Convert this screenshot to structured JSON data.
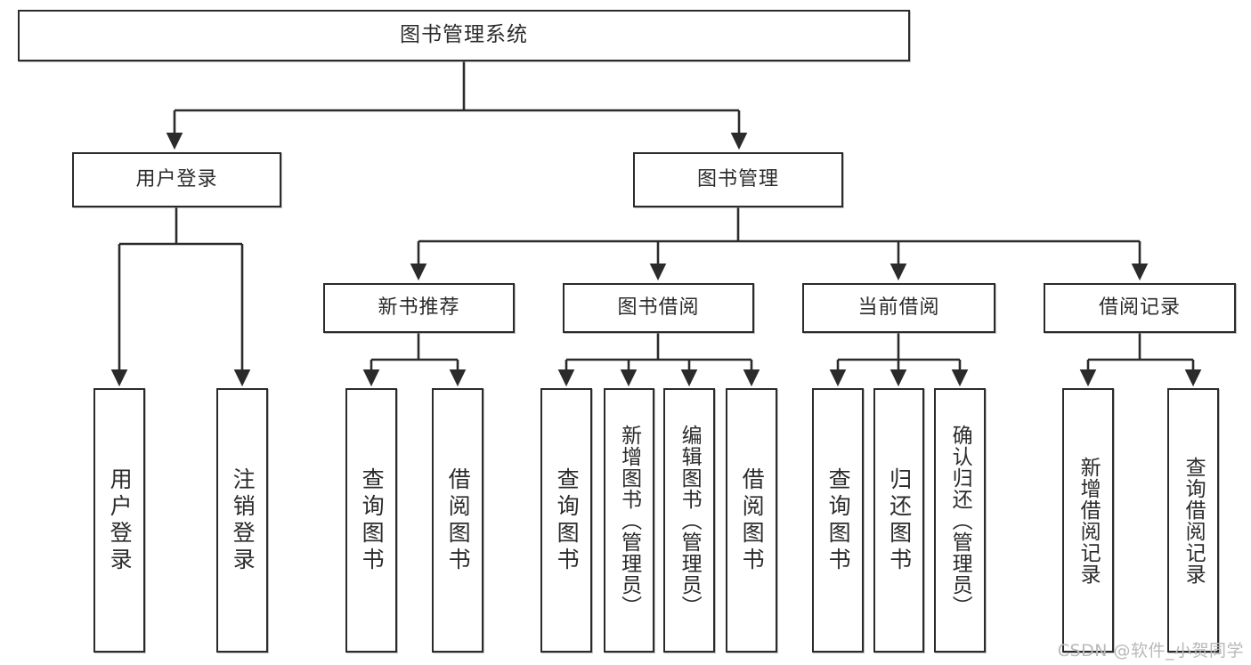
{
  "diagram": {
    "type": "tree",
    "title": "图书管理系统",
    "watermark": "CSDN @软件_小贺同学",
    "colors": {
      "stroke": "#2b2b2b",
      "fill": "#ffffff",
      "text": "#2b2b2b",
      "watermark": "#b9b9b9"
    },
    "nodes": {
      "root": {
        "label": "图书管理系统"
      },
      "level2": [
        {
          "id": "user-login",
          "label": "用户登录"
        },
        {
          "id": "book-manage",
          "label": "图书管理"
        }
      ],
      "level3": [
        {
          "id": "new-book-recommend",
          "label": "新书推荐"
        },
        {
          "id": "book-borrow",
          "label": "图书借阅"
        },
        {
          "id": "current-borrow",
          "label": "当前借阅"
        },
        {
          "id": "borrow-record",
          "label": "借阅记录"
        }
      ],
      "leaves": {
        "user_login": [
          {
            "id": "leaf-user-login",
            "label": "用户登录"
          },
          {
            "id": "leaf-logout-login",
            "label": "注销登录"
          }
        ],
        "new_book_recommend": [
          {
            "id": "leaf-query-book-1",
            "label": "查询图书"
          },
          {
            "id": "leaf-borrow-book-1",
            "label": "借阅图书"
          }
        ],
        "book_borrow": [
          {
            "id": "leaf-query-book-2",
            "label": "查询图书"
          },
          {
            "id": "leaf-add-book-admin",
            "label": "新增图书（管理员）"
          },
          {
            "id": "leaf-edit-book-admin",
            "label": "编辑图书（管理员）"
          },
          {
            "id": "leaf-borrow-book-2",
            "label": "借阅图书"
          }
        ],
        "current_borrow": [
          {
            "id": "leaf-query-book-3",
            "label": "查询图书"
          },
          {
            "id": "leaf-return-book",
            "label": "归还图书"
          },
          {
            "id": "leaf-confirm-return-admin",
            "label": "确认归还（管理员）"
          }
        ],
        "borrow_record": [
          {
            "id": "leaf-add-borrow-record",
            "label": "新增借阅记录"
          },
          {
            "id": "leaf-query-borrow-record",
            "label": "查询借阅记录"
          }
        ]
      }
    }
  }
}
